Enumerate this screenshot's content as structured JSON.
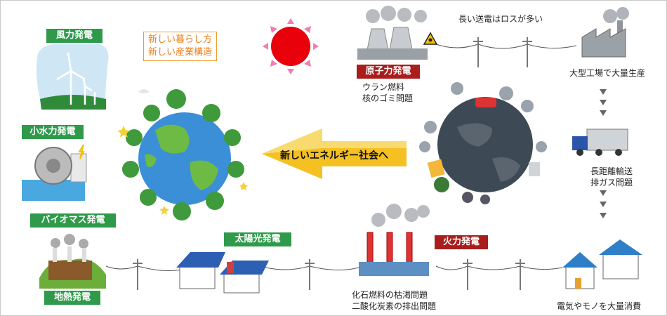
{
  "slogan": {
    "line1": "新しい暮らし方",
    "line2": "新しい産業構造"
  },
  "arrow_text": "新しいエネルギー社会へ",
  "renewables": {
    "wind": "風力発電",
    "small_hydro": "小水力発電",
    "biomass": "バイオマス発電",
    "solar": "太陽光発電",
    "geothermal": "地熱発電"
  },
  "nuclear": {
    "label": "原子力発電",
    "note1": "ウラン燃料",
    "note2": "核のゴミ問題"
  },
  "thermal": {
    "label": "火力発電",
    "note1": "化石燃料の枯渇問題",
    "note2": "二酸化炭素の排出問題"
  },
  "flow": {
    "transmission_loss": "長い送電はロスが多い",
    "factory": "大型工場で大量生産",
    "transport1": "長距離輸送",
    "transport2": "排ガス問題",
    "consumption": "電気やモノを大量消費"
  },
  "colors": {
    "green_label": "#2e9a4a",
    "red_label": "#a91d1d",
    "sun": "#e8000b",
    "arrow": "#f4c022",
    "ocean": "#3b8fd6",
    "land": "#6dbb45",
    "dark_globe": "#3d4a55"
  }
}
